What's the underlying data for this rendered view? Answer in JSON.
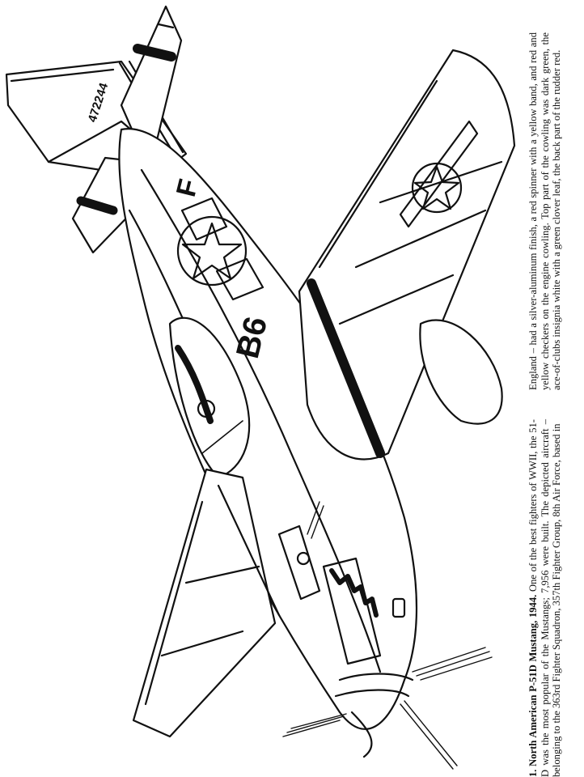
{
  "page": {
    "type": "coloring-page",
    "subject": "North American P-51D Mustang line drawing"
  },
  "aircraft_markings": {
    "serial_number": "472244",
    "fuselage_code": "B6",
    "individual_letter": "F",
    "insignia": "star-and-bar"
  },
  "caption": {
    "number": "1.",
    "title": "North American P-51D Mustang, 1944.",
    "col1": " One of the best fighters of WWII, the 51-D was the most popular of the Mustangs; 7,956 were built. The depicted aircraft – belonging to the 363rd Fighter Squadron, 357th Fighter Group, 8th Air Force, based in",
    "col2": "England – had a silver-aluminum finish, a red spinner with a yellow band, and red and yellow checkers on the engine cowling. Top part of the cowling was dark green, the ace-of-clubs insignia white with a green clover leaf, the back part of the rudder red."
  },
  "colors": {
    "ink": "#111111",
    "paper": "#ffffff"
  }
}
